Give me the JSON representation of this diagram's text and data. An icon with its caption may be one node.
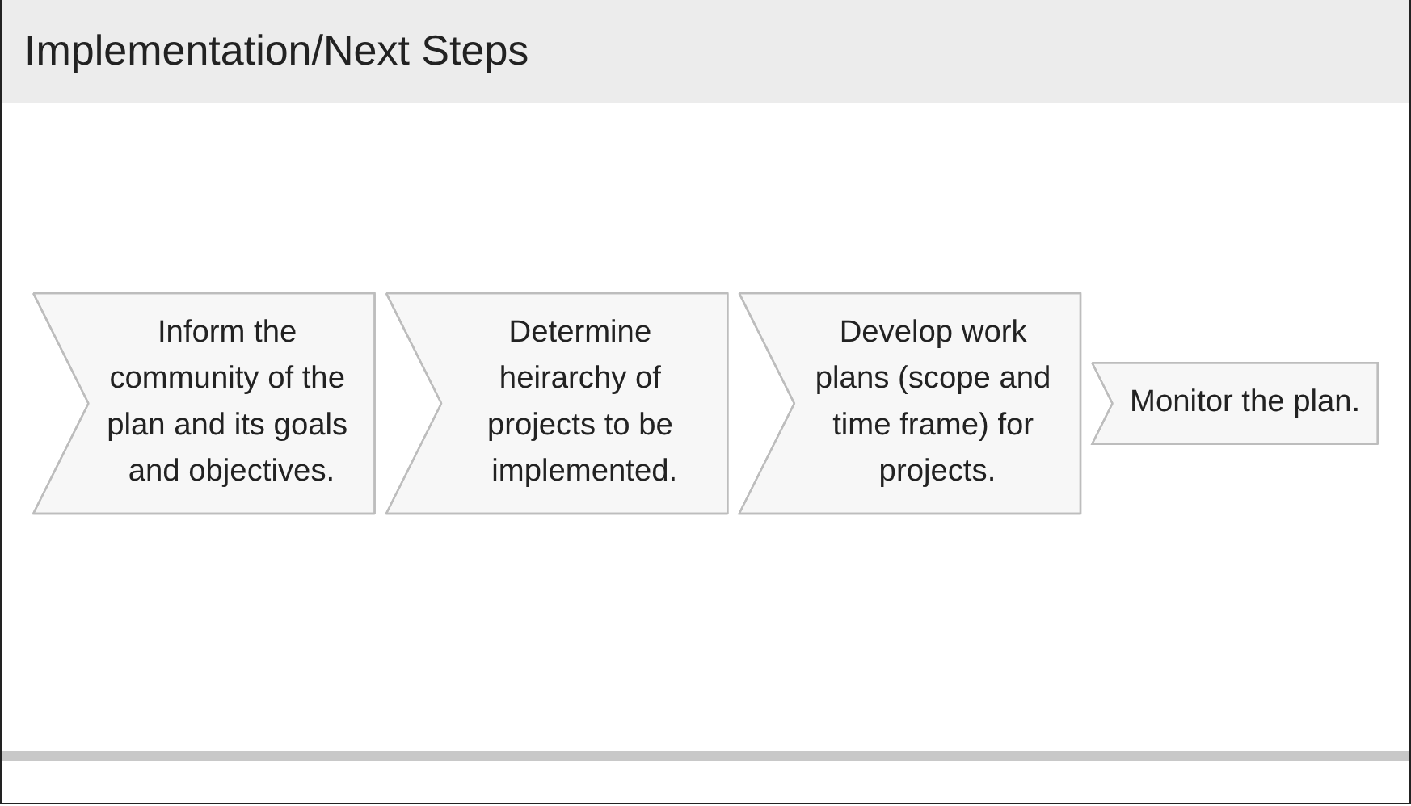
{
  "diagram": {
    "title": "Implementation/Next Steps",
    "nodes": [
      {
        "text": [
          "Inform the community of the plan and its goals and objectives."
        ]
      },
      {
        "text": [
          "Determine heirarchy of projects to be implemented."
        ]
      },
      {
        "text": [
          "Develop work plans (scope and time frame) for projects."
        ]
      },
      {
        "text": [
          "Monitor the plan."
        ]
      }
    ]
  }
}
